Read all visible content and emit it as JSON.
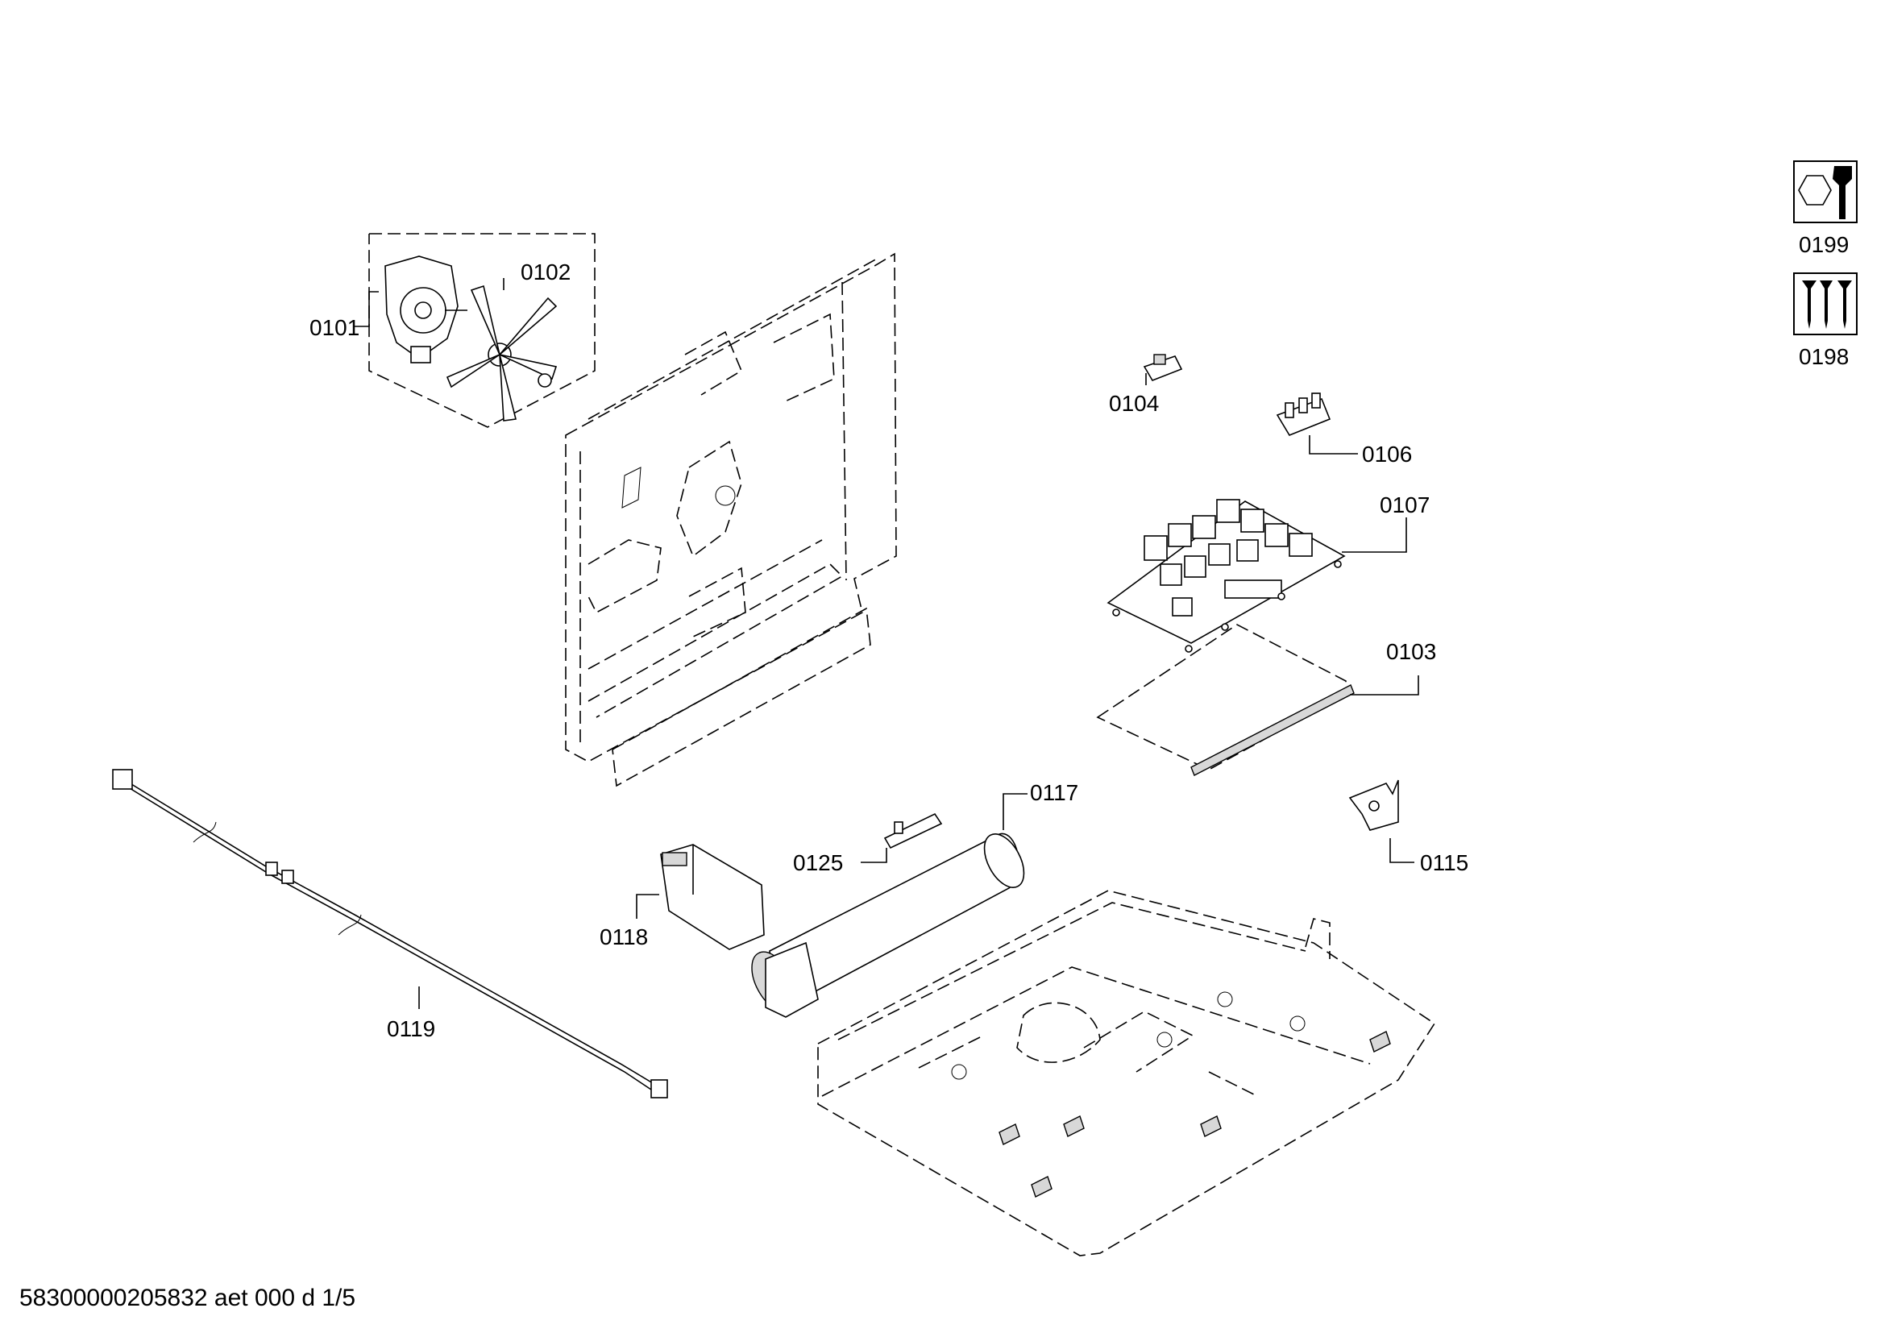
{
  "labels": {
    "p0101": "0101",
    "p0102": "0102",
    "p0103": "0103",
    "p0104": "0104",
    "p0106": "0106",
    "p0107": "0107",
    "p0115": "0115",
    "p0117": "0117",
    "p0118": "0118",
    "p0119": "0119",
    "p0125": "0125",
    "p0198": "0198",
    "p0199": "0199"
  },
  "icons": {
    "p0199": "nut-and-wrench-icon",
    "p0198": "screws-icon"
  },
  "footer": "58300000205832 aet 000 d 1/5"
}
